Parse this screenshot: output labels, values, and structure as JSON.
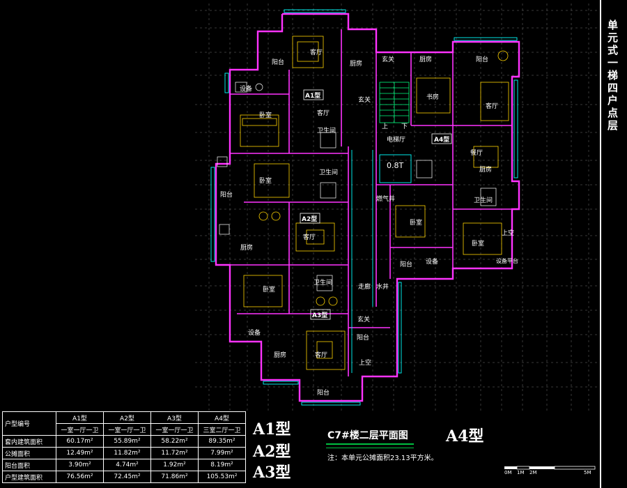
{
  "sheet": {
    "side_title": "单元式一梯四户点层",
    "plan_title": "C7#楼二层平面图",
    "note": "注：本单元公摊面积23.13平方米。",
    "type_labels": [
      "A1型",
      "A2型",
      "A3型",
      "A4型"
    ],
    "scale_ticks": [
      "0M",
      "1M",
      "2M",
      "5M"
    ]
  },
  "schedule": {
    "header": [
      "户型编号",
      "A1型",
      "A2型",
      "A3型",
      "A4型"
    ],
    "layouts": [
      "一室一厅一卫",
      "一室一厅一卫",
      "一室一厅一卫",
      "三室二厅一卫"
    ],
    "rows": [
      {
        "label": "套内建筑面积",
        "values": [
          "60.17m²",
          "55.89m²",
          "58.22m²",
          "89.35m²"
        ]
      },
      {
        "label": "公摊面积",
        "values": [
          "12.49m²",
          "11.82m²",
          "11.72m²",
          "7.99m²"
        ]
      },
      {
        "label": "阳台面积",
        "values": [
          "3.90m²",
          "4.74m²",
          "1.92m²",
          "8.19m²"
        ]
      },
      {
        "label": "户型建筑面积",
        "values": [
          "76.56m²",
          "72.45m²",
          "71.86m²",
          "105.53m²"
        ]
      }
    ]
  },
  "rooms": {
    "a1_living": "客厅",
    "a1_balcony": "阳台",
    "a1_kitchen": "厨房",
    "a1_tag": "A1型",
    "a1_dining": "客厅",
    "a1_entry": "玄关",
    "a1_bedroom": "卧室",
    "a1_bath": "卫生间",
    "a1_equip": "设备",
    "a2_bedroom": "卧室",
    "a2_bath": "卫生间",
    "a2_balcony": "阳台",
    "a2_tag": "A2型",
    "a2_living": "客厅",
    "a2_kitchen": "厨房",
    "a3_bedroom": "卧室",
    "a3_bath": "卫生间",
    "a3_tag": "A3型",
    "a3_equip": "设备",
    "a3_kitchen": "厨房",
    "a3_living": "客厅",
    "a3_balcony": "阳台",
    "a3_entry": "玄关",
    "a3_balcony2": "阳台",
    "a3_aircon": "上空",
    "core_up": "上",
    "core_down": "下",
    "core_lobby": "电梯厅",
    "core_lift": "0.8T",
    "core_shaft": "燃气井",
    "core_corridor": "走廊",
    "core_well": "水井",
    "a4_entry": "玄关",
    "a4_tag": "A4型",
    "a4_kitchen": "厨房",
    "a4_study": "书房",
    "a4_balcony": "阳台",
    "a4_living": "客厅",
    "a4_dining": "餐厅",
    "a4_pantry": "厨房",
    "a4_bath": "卫生间",
    "a4_bedroom": "卧室",
    "a4_master": "卧室",
    "a4_aircon": "上空",
    "a4_balcony2": "阳台",
    "a4_equip": "设备",
    "a4_equip2": "设备平台"
  },
  "palette": {
    "wall": "#ff33ff",
    "line": "#00ffff",
    "furniture": "#ffd400",
    "grid": "#ffffff",
    "accent": "#00c040"
  }
}
